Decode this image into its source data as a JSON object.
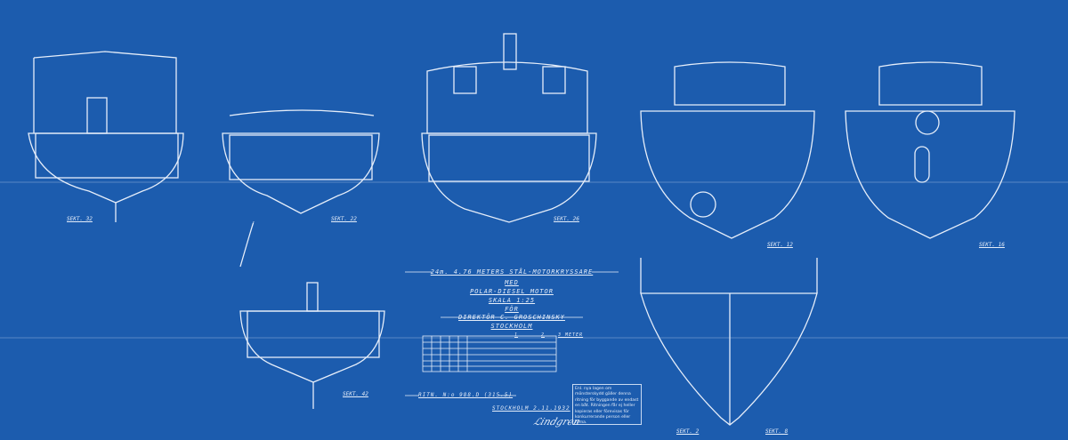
{
  "title_block": {
    "line1": "24m. 4.76 METERS STÅL-MOTORKRYSSARE",
    "line2": "MED",
    "line3": "POLAR-DIESEL MOTOR",
    "line4": "SKALA 1:25",
    "line5": "FÖR",
    "line6": "DIREKTÖR C. GROSCHINSKY",
    "line7": "STOCKHOLM"
  },
  "scale_bar": {
    "label": "3 METER",
    "ticks": [
      "1",
      "2"
    ]
  },
  "drawing_number": "RITN. N:o 988.D (315.5)",
  "date_line": "STOCKHOLM 2.11.1932",
  "stamp_text": "Enl. nya lagen om mönsterskydd gäller denna ritning för byggande av endast en båt. Ritningen får ej heller kopieras eller förevisas för konkurrerande person eller firma.",
  "signature": "Lindgren",
  "sections": [
    "SEKT. 32",
    "SEKT. 22",
    "SEKT. 26",
    "SEKT. 12",
    "SEKT. 16",
    "SEKT. 42",
    "SEKT. 2",
    "SEKT. 8"
  ],
  "colors": {
    "paper": "#1c5cae",
    "line": "#e6eefa"
  }
}
